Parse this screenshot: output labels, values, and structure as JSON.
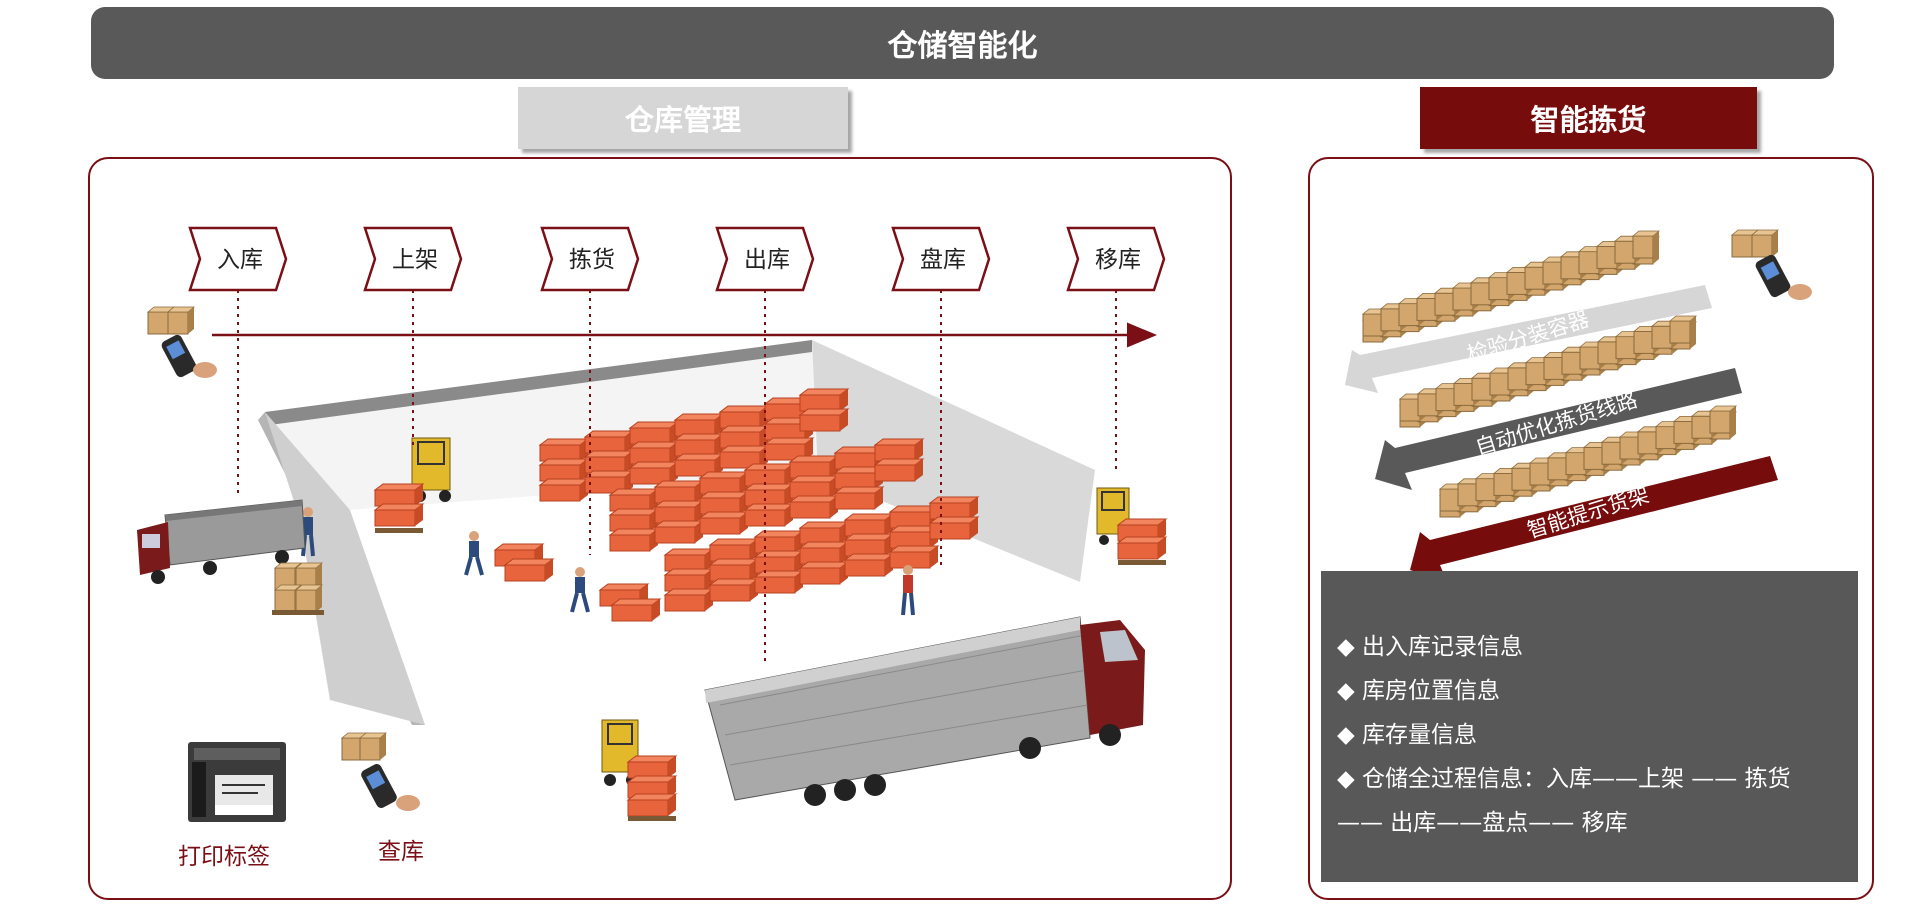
{
  "title": "仓储智能化",
  "sections": {
    "warehouse_management": "仓库管理",
    "smart_picking": "智能拣货"
  },
  "process_steps": [
    "入库",
    "上架",
    "拣货",
    "出库",
    "盘库",
    "移库"
  ],
  "devices": {
    "print_label": "打印标签",
    "check_stock": "查库"
  },
  "picking_arrows": [
    "检验分装容器",
    "自动优化拣货线路",
    "智能提示货架"
  ],
  "info_items": [
    "◆ 出入库记录信息",
    "◆ 库房位置信息",
    "◆ 库存量信息",
    "◆ 仓储全过程信息：入库——上架 —— 拣货",
    "—— 出库——盘点—— 移库"
  ],
  "colors": {
    "accent": "#7a0f15",
    "banner": "#595959",
    "tab_inactive": "#d6d6d6",
    "tab_active": "#770c0c",
    "info_bg": "#585858",
    "box": "#e8643c"
  }
}
